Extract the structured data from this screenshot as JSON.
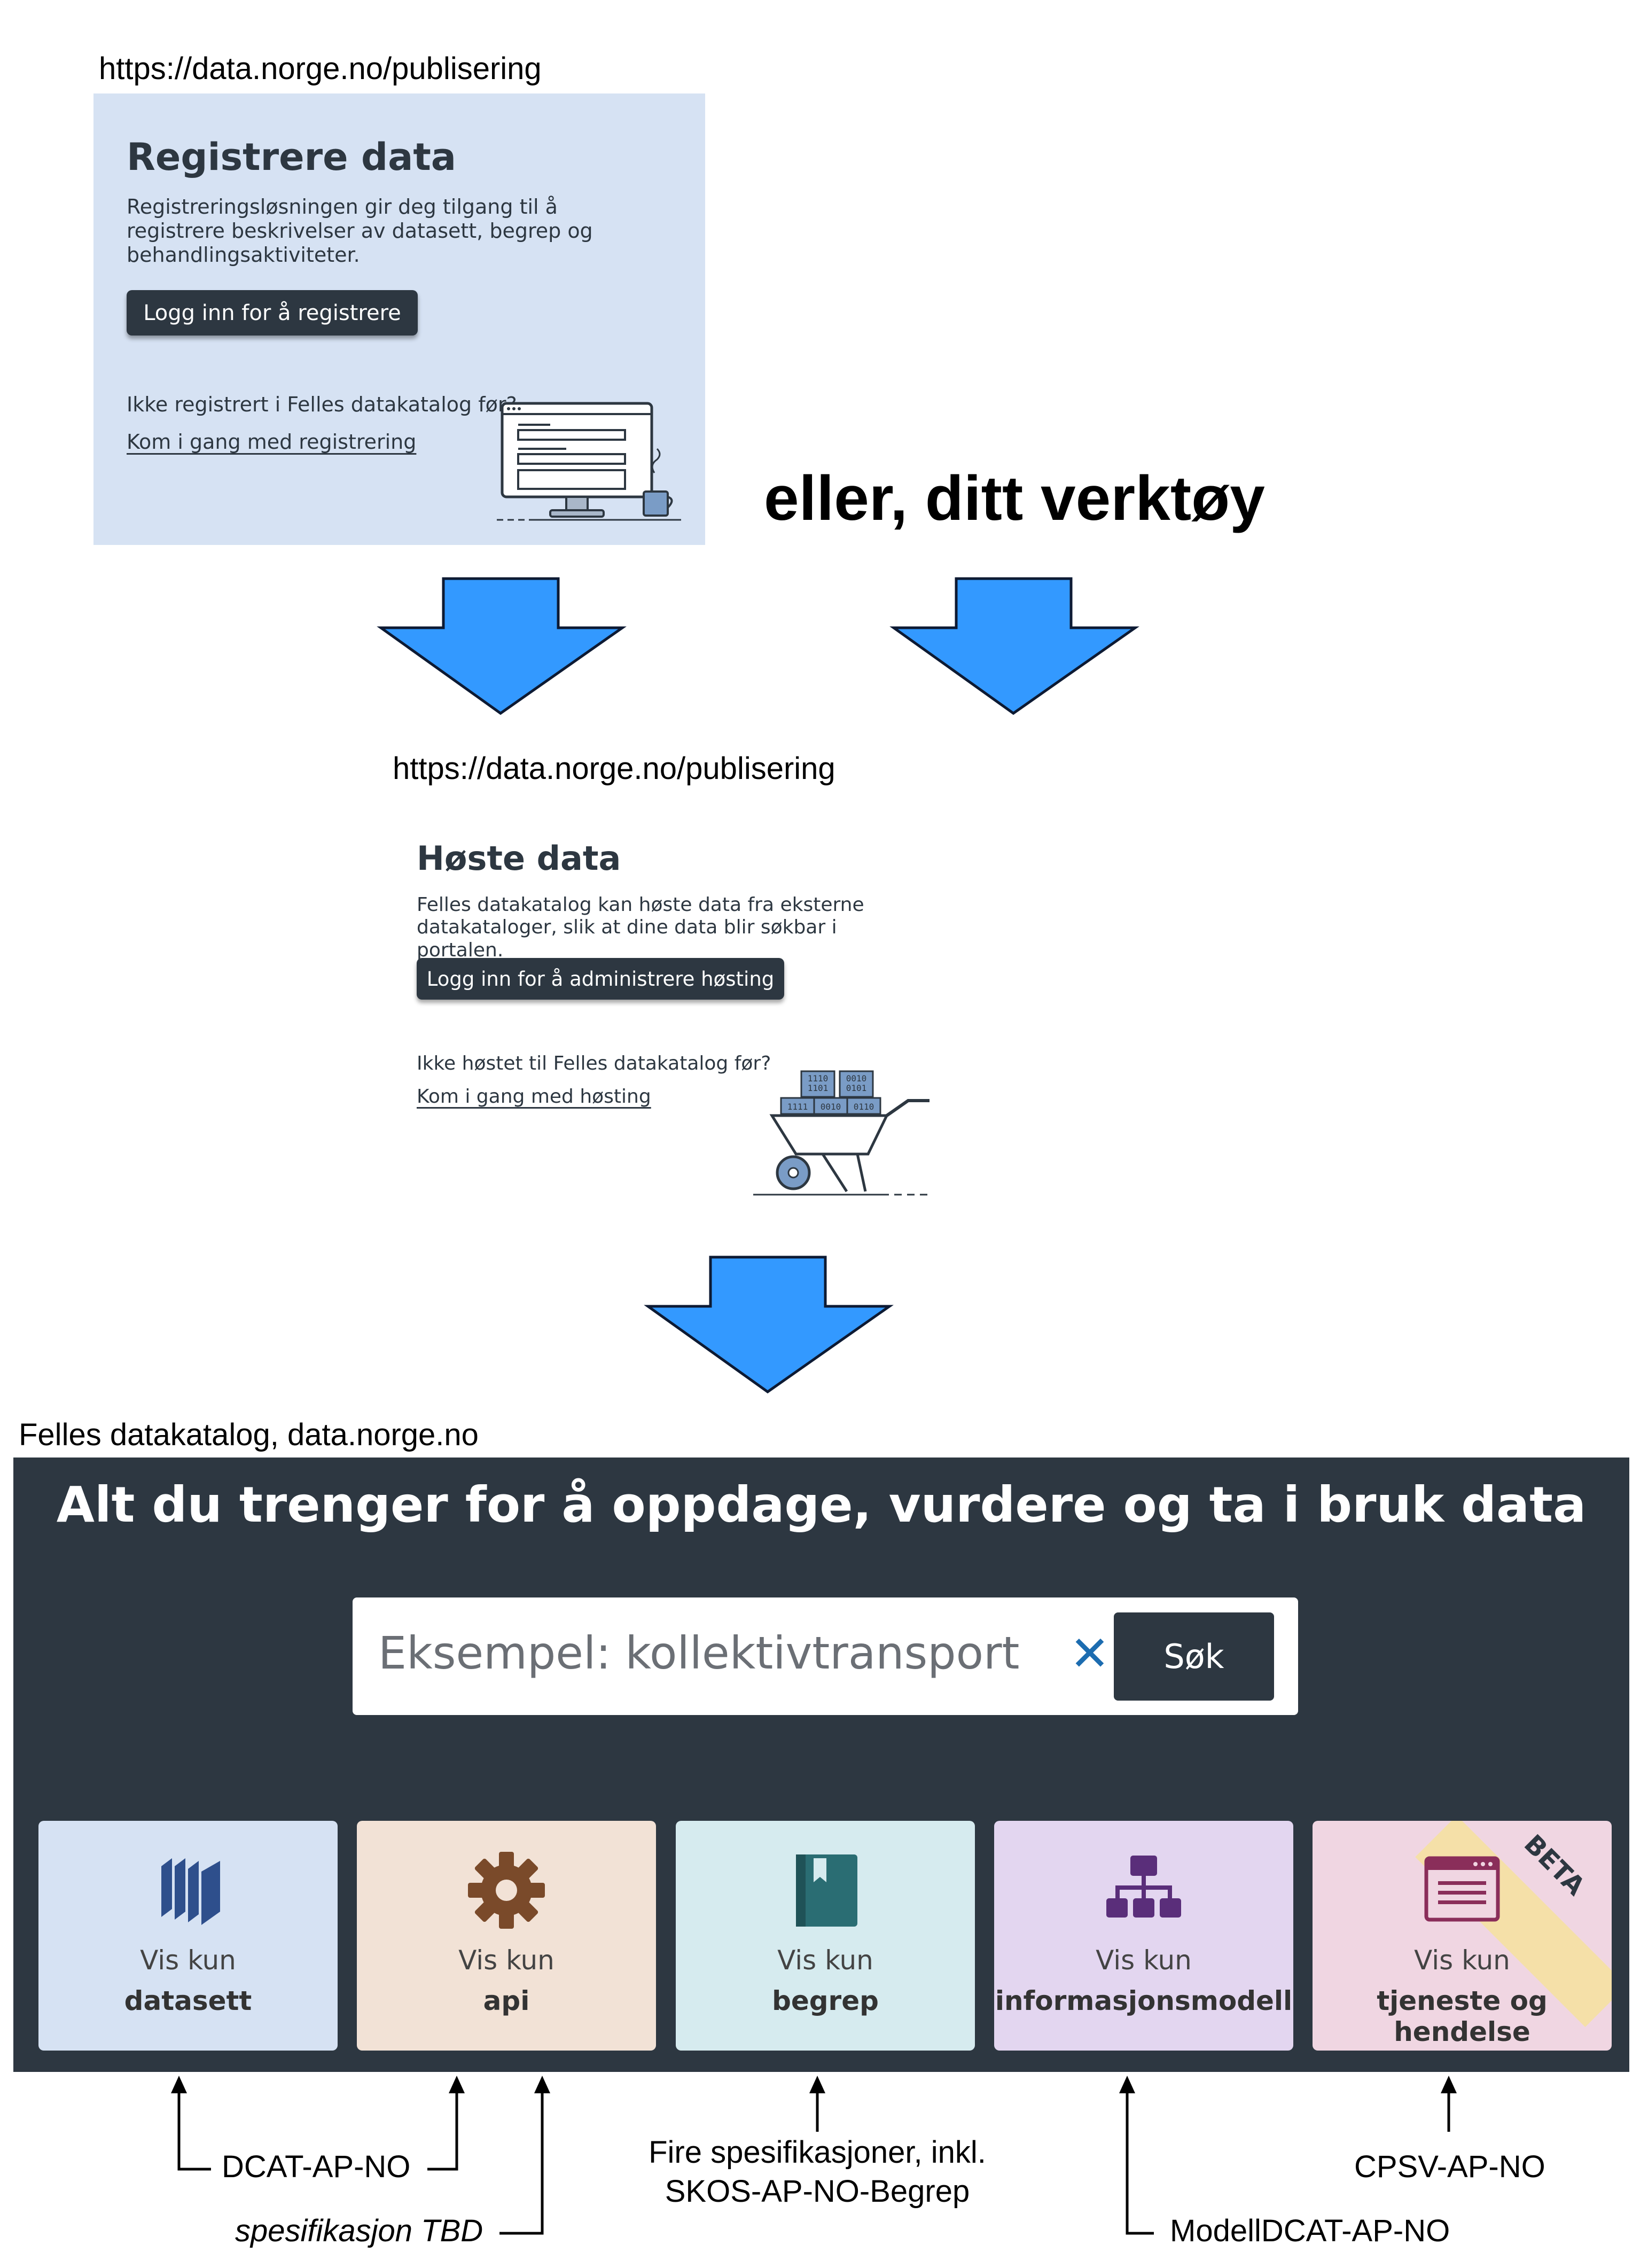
{
  "top_card": {
    "url": "https://data.norge.no/publisering",
    "title": "Registrere data",
    "description": "Registreringsløsningen gir deg tilgang til å registrere beskrivelser av datasett, begrep og behandlingsaktiviteter.",
    "button_label": "Logg inn for å registrere",
    "prompt": "Ikke registrert i Felles datakatalog før?",
    "link": "Kom i gang med registrering",
    "bg_color": "#d6e2f3"
  },
  "alternative_label": "eller, ditt verktøy",
  "harvest_card": {
    "url": "https://data.norge.no/publisering",
    "title": "Høste data",
    "description": "Felles datakatalog kan høste data fra eksterne datakataloger, slik at dine data blir søkbar i portalen.",
    "button_label": "Logg inn for å administrere høsting",
    "prompt": "Ikke høstet til Felles datakatalog før?",
    "link": "Kom i gang med høsting",
    "bits": [
      "1110\n1101",
      "0010\n0101",
      "1111",
      "0010",
      "0110"
    ]
  },
  "portal": {
    "caption": "Felles datakatalog, data.norge.no",
    "headline": "Alt du trenger for å oppdage, vurdere og ta i bruk data",
    "search_placeholder": "Eksempel: kollektivtransport",
    "search_button": "Søk",
    "bg_color": "#2d3741",
    "tiles": [
      {
        "line1": "Vis kun",
        "line2": "datasett",
        "icon": "datasets-icon",
        "color": "#d6e2f3"
      },
      {
        "line1": "Vis kun",
        "line2": "api",
        "icon": "gear-icon",
        "color": "#f2e2d6"
      },
      {
        "line1": "Vis kun",
        "line2": "begrep",
        "icon": "book-icon",
        "color": "#d6ebef"
      },
      {
        "line1": "Vis kun",
        "line2": "informasjonsmodell",
        "icon": "hierarchy-icon",
        "color": "#e3d6f0"
      },
      {
        "line1": "Vis kun",
        "line2": "tjeneste og hendelse",
        "icon": "window-list-icon",
        "color": "#f0d6e2",
        "badge": "BETA"
      }
    ]
  },
  "specs": {
    "dcat": "DCAT-AP-NO",
    "tbd": "spesifikasjon TBD",
    "skos_line1": "Fire spesifikasjoner, inkl.",
    "skos_line2": "SKOS-AP-NO-Begrep",
    "modelldcat": "ModellDCAT-AP-NO",
    "cpsv": "CPSV-AP-NO"
  },
  "colors": {
    "arrow_fill": "#3399ff",
    "arrow_stroke": "#0d1a33"
  }
}
